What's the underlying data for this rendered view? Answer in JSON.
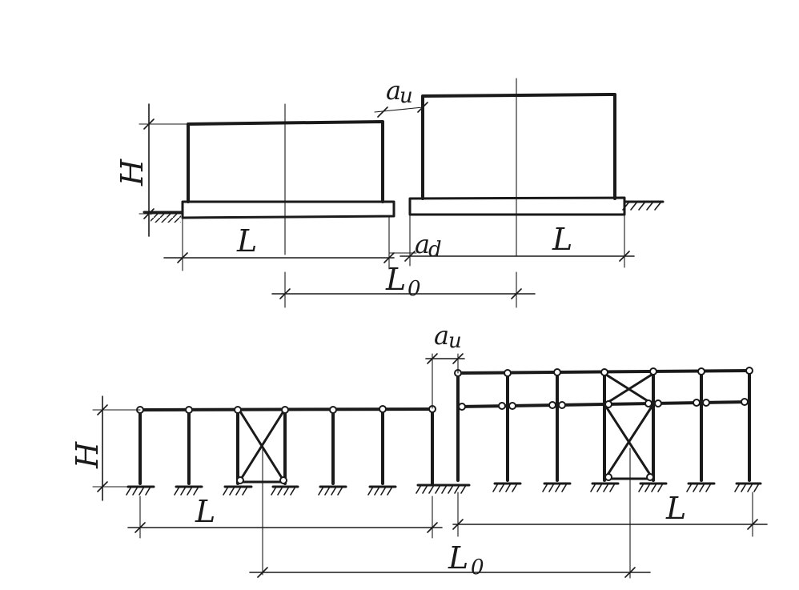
{
  "labels": {
    "H": "H",
    "L": "L",
    "L0": "L",
    "L0_sub": "0",
    "a": "a",
    "u_sub": "u",
    "d_sub": "d"
  }
}
